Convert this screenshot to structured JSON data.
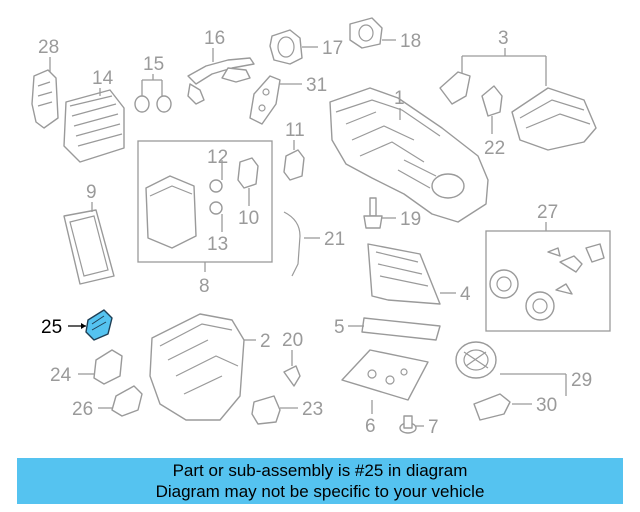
{
  "diagram": {
    "callouts": [
      "1",
      "2",
      "3",
      "4",
      "5",
      "6",
      "7",
      "8",
      "9",
      "10",
      "11",
      "12",
      "13",
      "14",
      "15",
      "16",
      "17",
      "18",
      "19",
      "20",
      "21",
      "22",
      "23",
      "24",
      "25",
      "26",
      "27",
      "28",
      "29",
      "30",
      "31"
    ],
    "highlighted": "25"
  },
  "banner": {
    "line1": "Part or sub-assembly is #25 in diagram",
    "line2": "Diagram may not be specific to your vehicle",
    "background": "#55c3f0"
  },
  "colors": {
    "line": "#9a9a9a",
    "highlight_fill": "#55c3f0",
    "highlight_text": "#000000"
  }
}
